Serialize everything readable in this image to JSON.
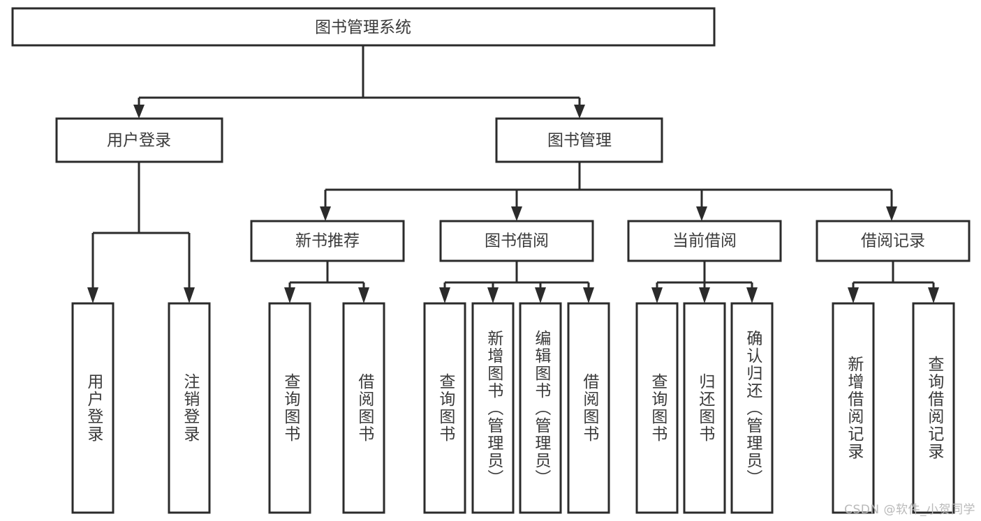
{
  "diagram": {
    "type": "hierarchy-tree",
    "title": "图书管理系统",
    "watermark": "CSDN @软件_小贺同学",
    "colors": {
      "background": "#ffffff",
      "box_fill": "#ffffff",
      "box_stroke": "#2b2b2b",
      "text": "#3a3a3a",
      "watermark": "#b9b9b9"
    },
    "levels": [
      {
        "level": 1,
        "nodes": [
          {
            "id": "root",
            "label": "图书管理系统",
            "orientation": "horizontal"
          }
        ]
      },
      {
        "level": 2,
        "nodes": [
          {
            "id": "user-login",
            "label": "用户登录",
            "orientation": "horizontal",
            "parent": "root"
          },
          {
            "id": "book-manage",
            "label": "图书管理",
            "orientation": "horizontal",
            "parent": "root"
          }
        ]
      },
      {
        "level": 3,
        "nodes": [
          {
            "id": "new-book-rec",
            "label": "新书推荐",
            "orientation": "horizontal",
            "parent": "book-manage"
          },
          {
            "id": "book-borrow",
            "label": "图书借阅",
            "orientation": "horizontal",
            "parent": "book-manage"
          },
          {
            "id": "current-borrow",
            "label": "当前借阅",
            "orientation": "horizontal",
            "parent": "book-manage"
          },
          {
            "id": "borrow-record",
            "label": "借阅记录",
            "orientation": "horizontal",
            "parent": "book-manage"
          }
        ]
      },
      {
        "level": 4,
        "nodes": [
          {
            "id": "leaf-user-login",
            "label": "用户登录",
            "orientation": "vertical",
            "parent": "user-login"
          },
          {
            "id": "leaf-logout",
            "label": "注销登录",
            "orientation": "vertical",
            "parent": "user-login"
          },
          {
            "id": "leaf-query-book-1",
            "label": "查询图书",
            "orientation": "vertical",
            "parent": "new-book-rec"
          },
          {
            "id": "leaf-borrow-book-1",
            "label": "借阅图书",
            "orientation": "vertical",
            "parent": "new-book-rec"
          },
          {
            "id": "leaf-query-book-2",
            "label": "查询图书",
            "orientation": "vertical",
            "parent": "book-borrow"
          },
          {
            "id": "leaf-add-book",
            "label": "新增图书（管理员）",
            "orientation": "vertical",
            "parent": "book-borrow"
          },
          {
            "id": "leaf-edit-book",
            "label": "编辑图书（管理员）",
            "orientation": "vertical",
            "parent": "book-borrow"
          },
          {
            "id": "leaf-borrow-book-2",
            "label": "借阅图书",
            "orientation": "vertical",
            "parent": "book-borrow"
          },
          {
            "id": "leaf-query-book-3",
            "label": "查询图书",
            "orientation": "vertical",
            "parent": "current-borrow"
          },
          {
            "id": "leaf-return-book",
            "label": "归还图书",
            "orientation": "vertical",
            "parent": "current-borrow"
          },
          {
            "id": "leaf-confirm-return",
            "label": "确认归还（管理员）",
            "orientation": "vertical",
            "parent": "current-borrow"
          },
          {
            "id": "leaf-add-record",
            "label": "新增借阅记录",
            "orientation": "vertical",
            "parent": "borrow-record"
          },
          {
            "id": "leaf-query-record",
            "label": "查询借阅记录",
            "orientation": "vertical",
            "parent": "borrow-record"
          }
        ]
      }
    ]
  }
}
